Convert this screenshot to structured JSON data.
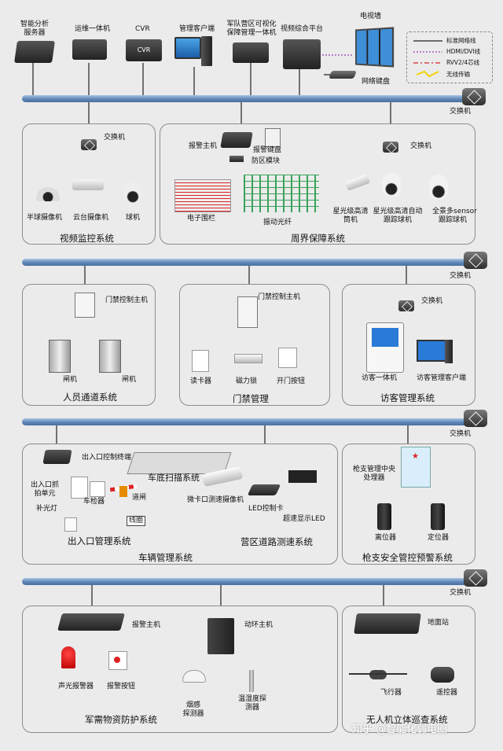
{
  "legend": {
    "standard_line": "标准网络线",
    "hdmi_line": "HDMI/DVI线",
    "rvv_line": "RVV2/4芯线",
    "wireless": "无线传输"
  },
  "switch_label": "交换机",
  "top": {
    "smart_server": "智能分析\n服务器",
    "ops_machine": "运维一体机",
    "cvr": "CVR",
    "cvr_device": "CVR",
    "mgmt_client": "管理客户端",
    "visual_mgmt": "军队营区可视化\n保障管理一体机",
    "video_platform": "视频综合平台",
    "tv_wall": "电视墙",
    "net_keyboard": "网络键盘"
  },
  "video": {
    "title": "视频监控系统",
    "switch": "交换机",
    "dome_cam": "半球摄像机",
    "ptz_cam": "云台摄像机",
    "ball_cam": "球机"
  },
  "perimeter": {
    "title": "周界保障系统",
    "alarm_host": "报警主机",
    "alarm_keyboard": "报警键盘",
    "zone_module": "防区模块",
    "electric_fence": "电子围栏",
    "vibration_fiber": "振动光纤",
    "switch": "交换机",
    "starlight_cam": "星光级高清\n筒机",
    "starlight_auto": "星光级高清自动\n跟踪球机",
    "panorama": "全景多sensor\n跟踪球机"
  },
  "personnel": {
    "title": "人员通道系统",
    "access_host": "门禁控制主机",
    "gate1": "闸机",
    "gate2": "闸机"
  },
  "access": {
    "title": "门禁管理",
    "access_host": "门禁控制主机",
    "card_reader": "读卡器",
    "mag_lock": "磁力锁",
    "exit_button": "开门按钮"
  },
  "visitor": {
    "title": "访客管理系统",
    "switch": "交换机",
    "kiosk": "访客一体机",
    "client": "访客管理客户端"
  },
  "vehicle": {
    "title": "车辆管理系统",
    "entry_terminal": "出入口控制终端",
    "under_scan": "车底扫描系统",
    "capture_unit": "出入口抓\n拍单元",
    "fill_light": "补光灯",
    "detector": "车检器",
    "barrier": "道闸",
    "loop": "线圈",
    "entry_title": "出入口管理系统",
    "speed_cam": "微卡口测速摄像机",
    "led_card": "LED控制卡",
    "led_display": "超速显示LED",
    "road_title": "营区道路测速系统"
  },
  "gun": {
    "title": "枪支安全管控预警系统",
    "center": "枪支管理中央\n处理器",
    "tracker1": "离位器",
    "tracker2": "定位器"
  },
  "supplies": {
    "title": "军需物资防护系统",
    "alarm_host": "报警主机",
    "env_host": "动环主机",
    "siren": "声光报警器",
    "alarm_btn": "报警按钮",
    "smoke": "烟感\n探测器",
    "temp": "温湿度探\n测器"
  },
  "uav": {
    "title": "无人机立体巡查系统",
    "ground": "地面站",
    "aircraft": "飞行器",
    "remote": "遥控器"
  },
  "watermark": "知乎 @智能化弱电圈",
  "colors": {
    "bus": "#5e86b8",
    "rvv": "#d9232d",
    "hdmi": "#9b3fb5",
    "standard": "#222222"
  }
}
